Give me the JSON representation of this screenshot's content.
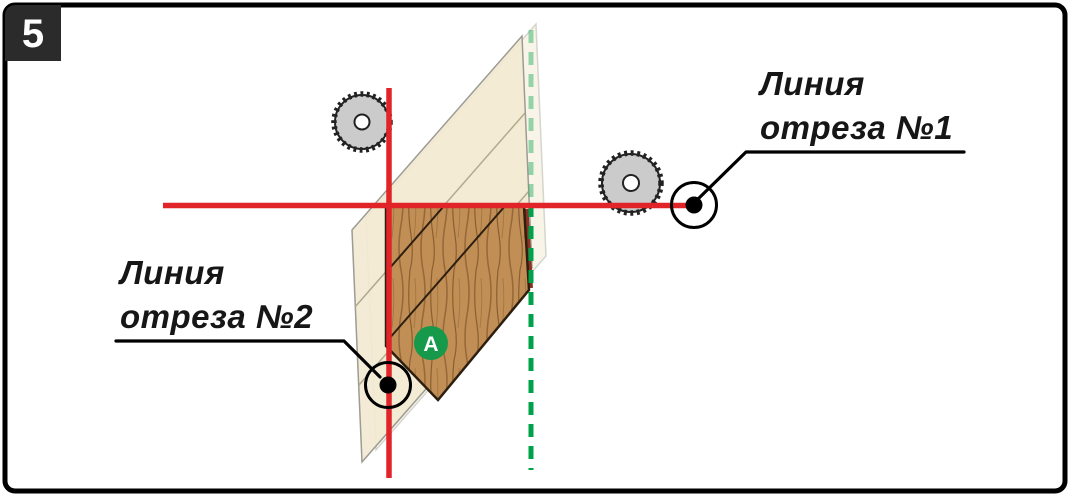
{
  "step": {
    "number": "5"
  },
  "callouts": {
    "cut1": {
      "line1": "Линия",
      "line2": "отреза №1"
    },
    "cut2": {
      "line1": "Линия",
      "line2": "отреза №2"
    }
  },
  "marker": {
    "label": "А"
  },
  "colors": {
    "cut_line_red": "#e02428",
    "guide_line_green": "#00a14b",
    "wood": "#c18f55",
    "wood_outline": "#2d1f10",
    "sheet_beige": "#f3e9d2",
    "marker_green": "#17994c",
    "badge_bg": "#2b2b2b",
    "badge_text": "#ffffff",
    "frame_border": "#000000"
  },
  "icons": {
    "saw_blade": "saw-blade-icon"
  }
}
